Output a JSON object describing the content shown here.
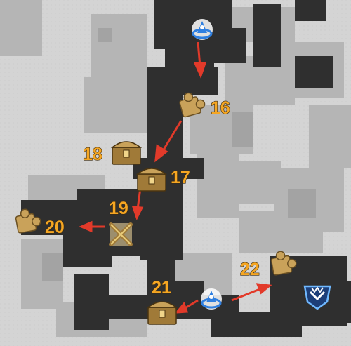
{
  "map": {
    "colors": {
      "background": "#d4d4d4",
      "building": "#b5b5b5",
      "building_dark": "#a3a3a3",
      "path": "#2f2f2f",
      "route_arrow": "#e23a2a",
      "label": "#f5a623",
      "waypoint": "#2f7fe0",
      "chest": "#c9a25a"
    },
    "markers": [
      {
        "id": "waypoint-top",
        "kind": "teleport-waypoint",
        "icon": "teleport-waypoint-icon"
      },
      {
        "id": "16",
        "kind": "puzzle",
        "icon": "puzzle-icon",
        "label": "16"
      },
      {
        "id": "18",
        "kind": "chest",
        "icon": "chest-icon",
        "label": "18"
      },
      {
        "id": "17",
        "kind": "chest",
        "icon": "chest-icon",
        "label": "17"
      },
      {
        "id": "19",
        "kind": "challenge",
        "icon": "crossed-swords-icon",
        "label": "19"
      },
      {
        "id": "20",
        "kind": "puzzle",
        "icon": "puzzle-icon",
        "label": "20"
      },
      {
        "id": "21",
        "kind": "chest",
        "icon": "chest-icon",
        "label": "21"
      },
      {
        "id": "waypoint-bottom",
        "kind": "teleport-waypoint",
        "icon": "teleport-waypoint-icon"
      },
      {
        "id": "22",
        "kind": "puzzle",
        "icon": "puzzle-icon",
        "label": "22"
      },
      {
        "id": "domain",
        "kind": "domain-entrance",
        "icon": "domain-entrance-icon"
      }
    ]
  }
}
